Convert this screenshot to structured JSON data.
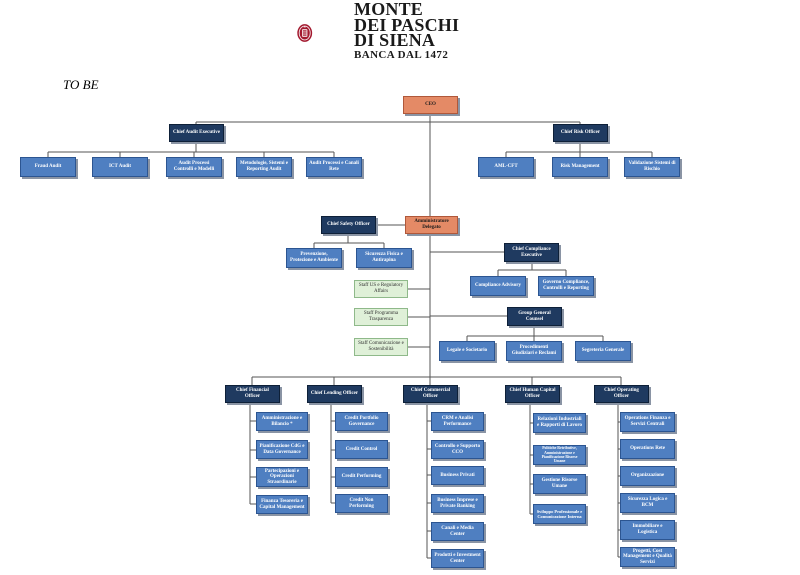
{
  "brand": {
    "line1": "MONTE",
    "line2": "DEI PASCHI",
    "line3": "DI SIENA",
    "line4": "BANCA DAL 1472",
    "colors": {
      "logo_red": "#a3182e",
      "navy": "#1f3a60",
      "blue": "#4f7fc1",
      "orange": "#e48a66",
      "green": "#dff0d8"
    }
  },
  "caption": "TO BE",
  "nodes": {
    "ceo": "CEO",
    "audit_exec": "Chief Audit Executive",
    "fraud_audit": "Fraud Audit",
    "ict_audit": "ICT Audit",
    "audit_controlli": "Audit Processi Controlli e Modelli",
    "metodologie": "Metodologie, Sistemi e Reporting Audit",
    "audit_canali": "Audit Processi e Canali Rete",
    "risk_officer": "Chief Risk Officer",
    "aml_cft": "AML-CFT",
    "risk_mgmt": "Risk Management",
    "validazione": "Validazione Sistemi di Rischio",
    "safety_officer": "Chief Safety Officer",
    "prevenzione": "Prevenzione, Protezione e Ambiente",
    "sicurezza": "Sicurezza Fisica e Antirapina",
    "ad": "Amministratore Delegato",
    "compliance_exec": "Chief Compliance Executive",
    "compliance_advisory": "Compliance Advisory",
    "governo_compliance": "Governo Compliance, Controlli e Reporting",
    "staff_us": "Staff US e Regulatory Affairs",
    "staff_programma": "Staff Programma Trasparenza",
    "staff_comunicazione": "Staff Comunicazione e Sostenibilità",
    "group_counsel": "Group General Counsel",
    "legale": "Legale e Societario",
    "procedimenti": "Procedimenti Giudiziari e Reclami",
    "segreteria": "Segreteria Generale",
    "cfo": "Chief Financial Officer",
    "amm_bilancio": "Amministrazione e Bilancio *",
    "pianificazione": "Pianificazione CdG e Data Governance",
    "partecipazioni": "Partecipazioni e Operazioni Straordinarie",
    "finanza": "Finanza Tesoreria e Capital Management",
    "clo": "Chief Lending Officer",
    "credit_portfolio": "Credit Portfolio Governance",
    "credit_control": "Credit Control",
    "credit_performing": "Credit Performing",
    "credit_non_performing": "Credit Non Performing",
    "cco": "Chief Commercial Officer",
    "crm": "CRM e Analisi Performance",
    "controllo_supporto": "Controllo e Supporto CCO",
    "business_privati": "Business Privati",
    "business_imprese": "Business Imprese e Private Banking",
    "canali": "Canali e Media Center",
    "prodotti": "Prodotti e Investment Center",
    "chco": "Chief Human Capital Officer",
    "relazioni": "Relazioni Industriali e Rapporti di Lavoro",
    "politiche": "Politiche Retributive, Amministrazione e Pianificazione Risorse Umane",
    "gestione_ru": "Gestione Risorse Umane",
    "sviluppo": "Sviluppo Professionale e Comunicazione Interna",
    "coo": "Chief Operating Officer",
    "operations_finanza": "Operations Finanza e Servizi Centrali",
    "operations_rete": "Operations Rete",
    "organizzazione": "Organizzazione",
    "sicurezza_logica": "Sicurezza Logica e BCM",
    "immobiliare": "Immobiliare e Logistica",
    "progetti": "Progetti, Cost Management e Qualità Servizi"
  }
}
